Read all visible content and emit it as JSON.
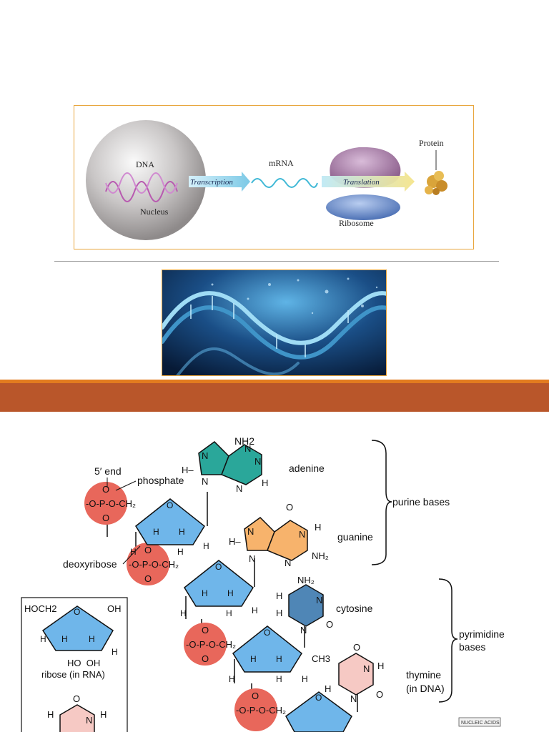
{
  "dogma": {
    "dna": "DNA",
    "nucleus": "Nucleus",
    "transcription": "Transcription",
    "mrna": "mRNA",
    "translation": "Translation",
    "ribosome": "Ribosome",
    "protein": "Protein"
  },
  "nucleic": {
    "nh2_top": "NH2",
    "five_end": "5′ end",
    "phosphate": "phosphate",
    "adenine": "adenine",
    "deoxyribose": "deoxyribose",
    "guanine": "guanine",
    "purine_bases": "purine bases",
    "cytosine": "cytosine",
    "pyrimidine_line1": "pyrimidine",
    "pyrimidine_line2": "bases",
    "thymine_line1": "thymine",
    "thymine_line2": "(in DNA)",
    "ch3": "CH3",
    "hoch2": "HOCH2",
    "oh": "OH",
    "ho_oh": "HO  OH",
    "ribose": "ribose (in RNA)",
    "stamp": "NUCLEIC ACIDS"
  },
  "colors": {
    "phosphate": "#e8675b",
    "sugar": "#6fb6ea",
    "adenine": "#2aa79a",
    "guanine": "#f7b36c",
    "cytosine": "#4f86b6",
    "thymine": "#f6c9c4",
    "band": "#b9562a",
    "band_top": "#e37b1f"
  }
}
